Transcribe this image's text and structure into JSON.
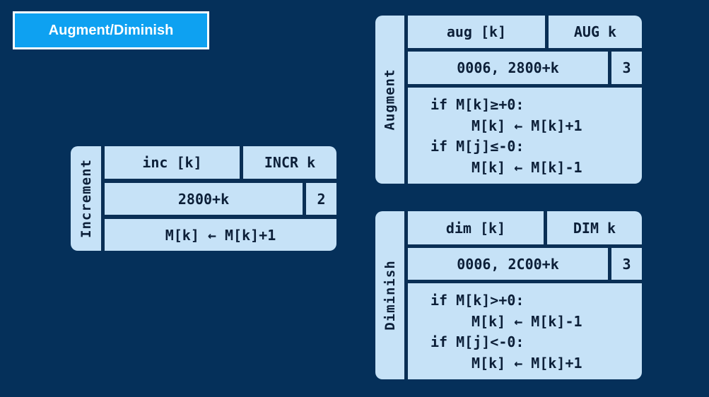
{
  "title": "Augment/Diminish",
  "increment": {
    "side_label": "Increment",
    "mnemonic": "inc [k]",
    "assembly": "INCR k",
    "encoding": "2800+k",
    "cycles": "2",
    "operation": "M[k] ← M[k]+1"
  },
  "augment": {
    "side_label": "Augment",
    "mnemonic": "aug [k]",
    "assembly": "AUG k",
    "encoding": "0006, 2800+k",
    "cycles": "3",
    "code": [
      "if M[k]≥+0:",
      "M[k] ← M[k]+1",
      "if M[j]≤-0:",
      "M[k] ← M[k]-1"
    ]
  },
  "diminish": {
    "side_label": "Diminish",
    "mnemonic": "dim [k]",
    "assembly": "DIM k",
    "encoding": "0006, 2C00+k",
    "cycles": "3",
    "code": [
      "if M[k]>+0:",
      "M[k] ← M[k]-1",
      "if M[j]<-0:",
      "M[k] ← M[k]+1"
    ]
  }
}
